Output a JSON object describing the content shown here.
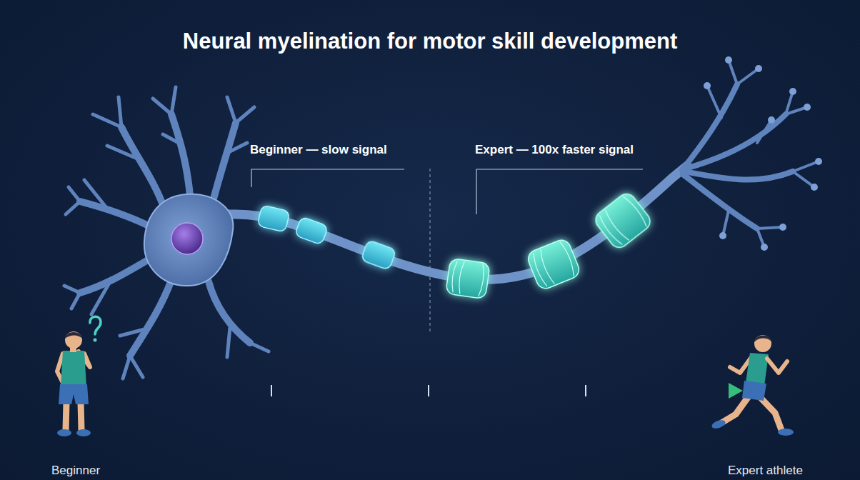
{
  "diagram": {
    "title": "Neural myelination for motor skill development",
    "labels": [
      "Beginner — slow signal",
      "Expert — 100x faster signal",
      "Beginner",
      "Expert athlete"
    ]
  }
}
